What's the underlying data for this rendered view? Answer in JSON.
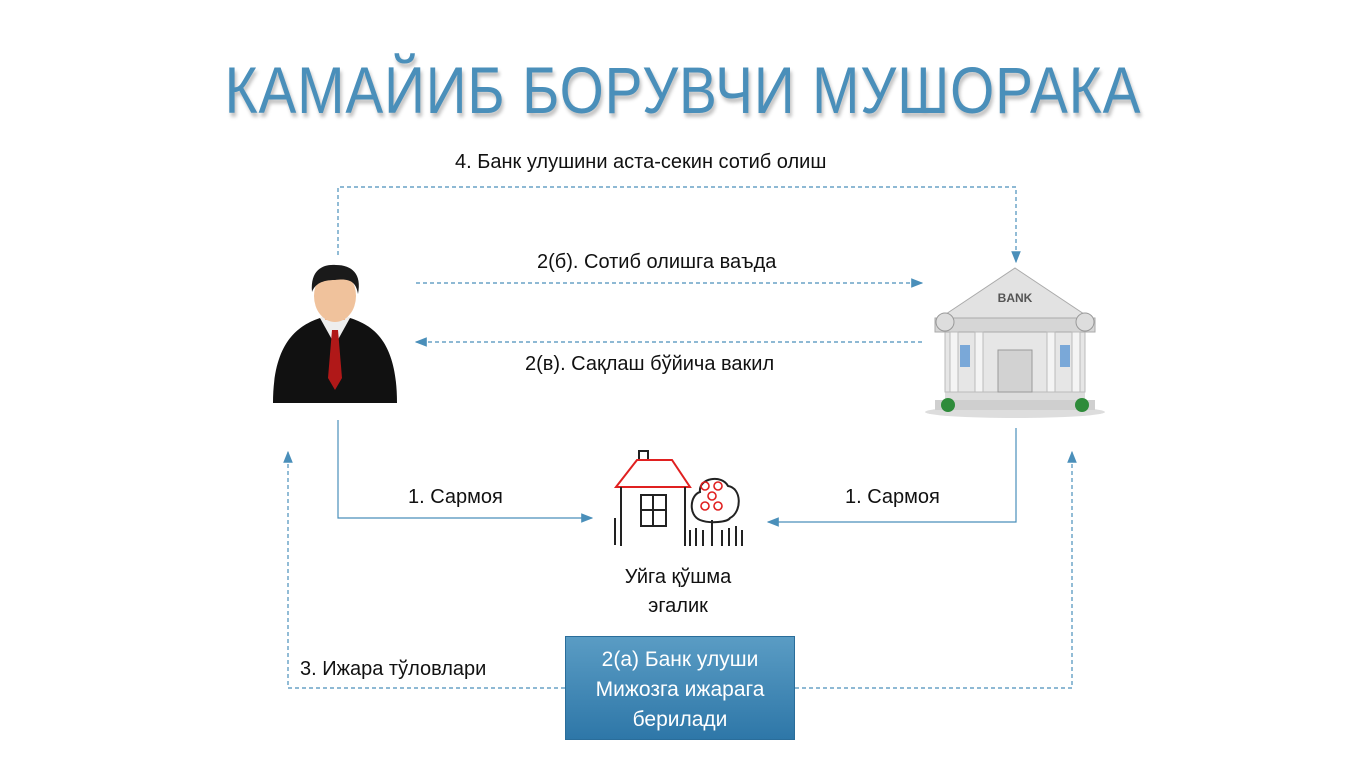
{
  "title": "КАМАЙИБ БОРУВЧИ МУШОРАКА",
  "arrows": {
    "step4": "4. Банк улушини аста-секин сотиб олиш",
    "step2b": "2(б). Сотиб олишга ваъда",
    "step2v": "2(в). Сақлаш бўйича вакил",
    "step1_left": "1. Сармоя",
    "step1_right": "1. Сармоя",
    "step3": "3. Ижара тўловлари"
  },
  "house_label": {
    "line1": "Уйга қўшма",
    "line2": "эгалик"
  },
  "bank_sign": "BANK",
  "box": {
    "line1": "2(а) Банк улуши",
    "line2": "Мижозга ижарага",
    "line3": "берилади"
  },
  "colors": {
    "title": "#4a8fba",
    "arrow": "#4a8fba",
    "box": "#3a83b3"
  }
}
